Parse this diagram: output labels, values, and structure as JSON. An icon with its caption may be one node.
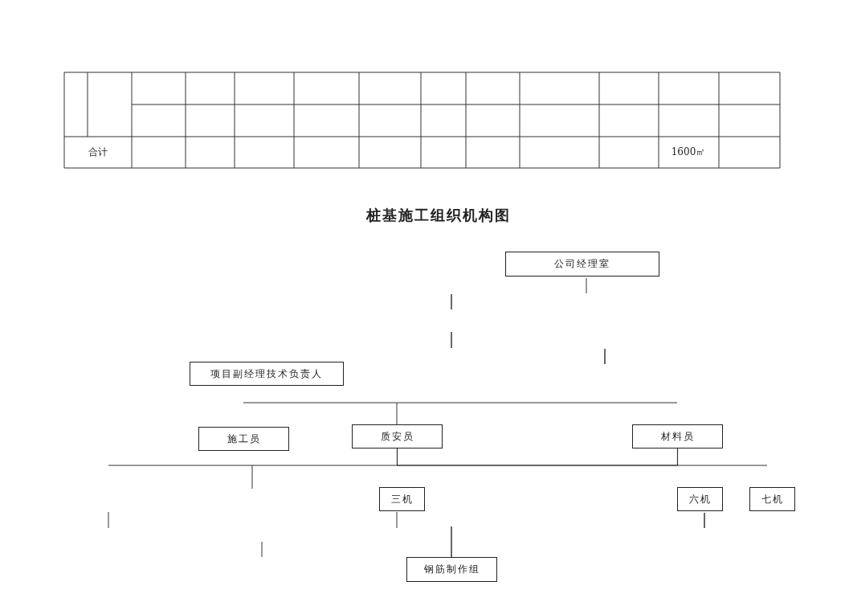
{
  "diagram": {
    "title": "桩基施工组织机构图",
    "nodes": [
      {
        "text": [
          "公司经理室"
        ]
      },
      {
        "text": [
          "项目副经理技术负责人"
        ]
      },
      {
        "text": [
          "施工员"
        ]
      },
      {
        "text": [
          "质安员"
        ]
      },
      {
        "text": [
          "材料员"
        ]
      },
      {
        "text": [
          "三机"
        ]
      },
      {
        "text": [
          "六机"
        ]
      },
      {
        "text": [
          "七机"
        ]
      },
      {
        "text": [
          "钢筋制作组"
        ]
      }
    ],
    "edges": [
      {
        "from": 3,
        "to": 4,
        "arrow": "none"
      }
    ],
    "labels": [
      "合计",
      "1600㎡"
    ]
  }
}
